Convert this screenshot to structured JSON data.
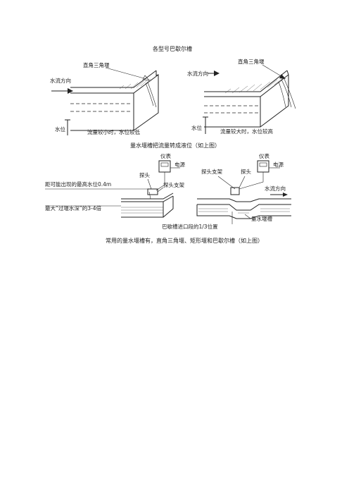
{
  "captions": {
    "c1": "各型号巴歇尔槽",
    "c2": "量水堰槽把流量转成液位（如上图）",
    "c3": "常用的量水堰槽有，直角三角堰、矩形堰和巴歇尔槽（如上图）"
  },
  "fig1": {
    "left": {
      "weir_label": "直角三角堰",
      "flow_dir": "水流方向",
      "level": "水位",
      "desc": "流量较小时，水位较低"
    },
    "right": {
      "weir_label": "直角三角堰",
      "flow_dir": "水流方向",
      "level": "水位",
      "desc": "流量较大时，水位较高"
    }
  },
  "fig2": {
    "left": {
      "meter": "仪表",
      "power": "电源",
      "probe": "探头",
      "bracket": "探头支架",
      "note1": "距可能出现的最高水位0.4m",
      "note2": "最大“过堰水深”的3-4倍"
    },
    "right": {
      "meter": "仪表",
      "power": "电源",
      "bracket": "探头支架",
      "probe": "探头",
      "flow_dir": "水流方向",
      "trough": "量水堰槽",
      "position": "巴歇槽进口段的1/3位置"
    }
  }
}
